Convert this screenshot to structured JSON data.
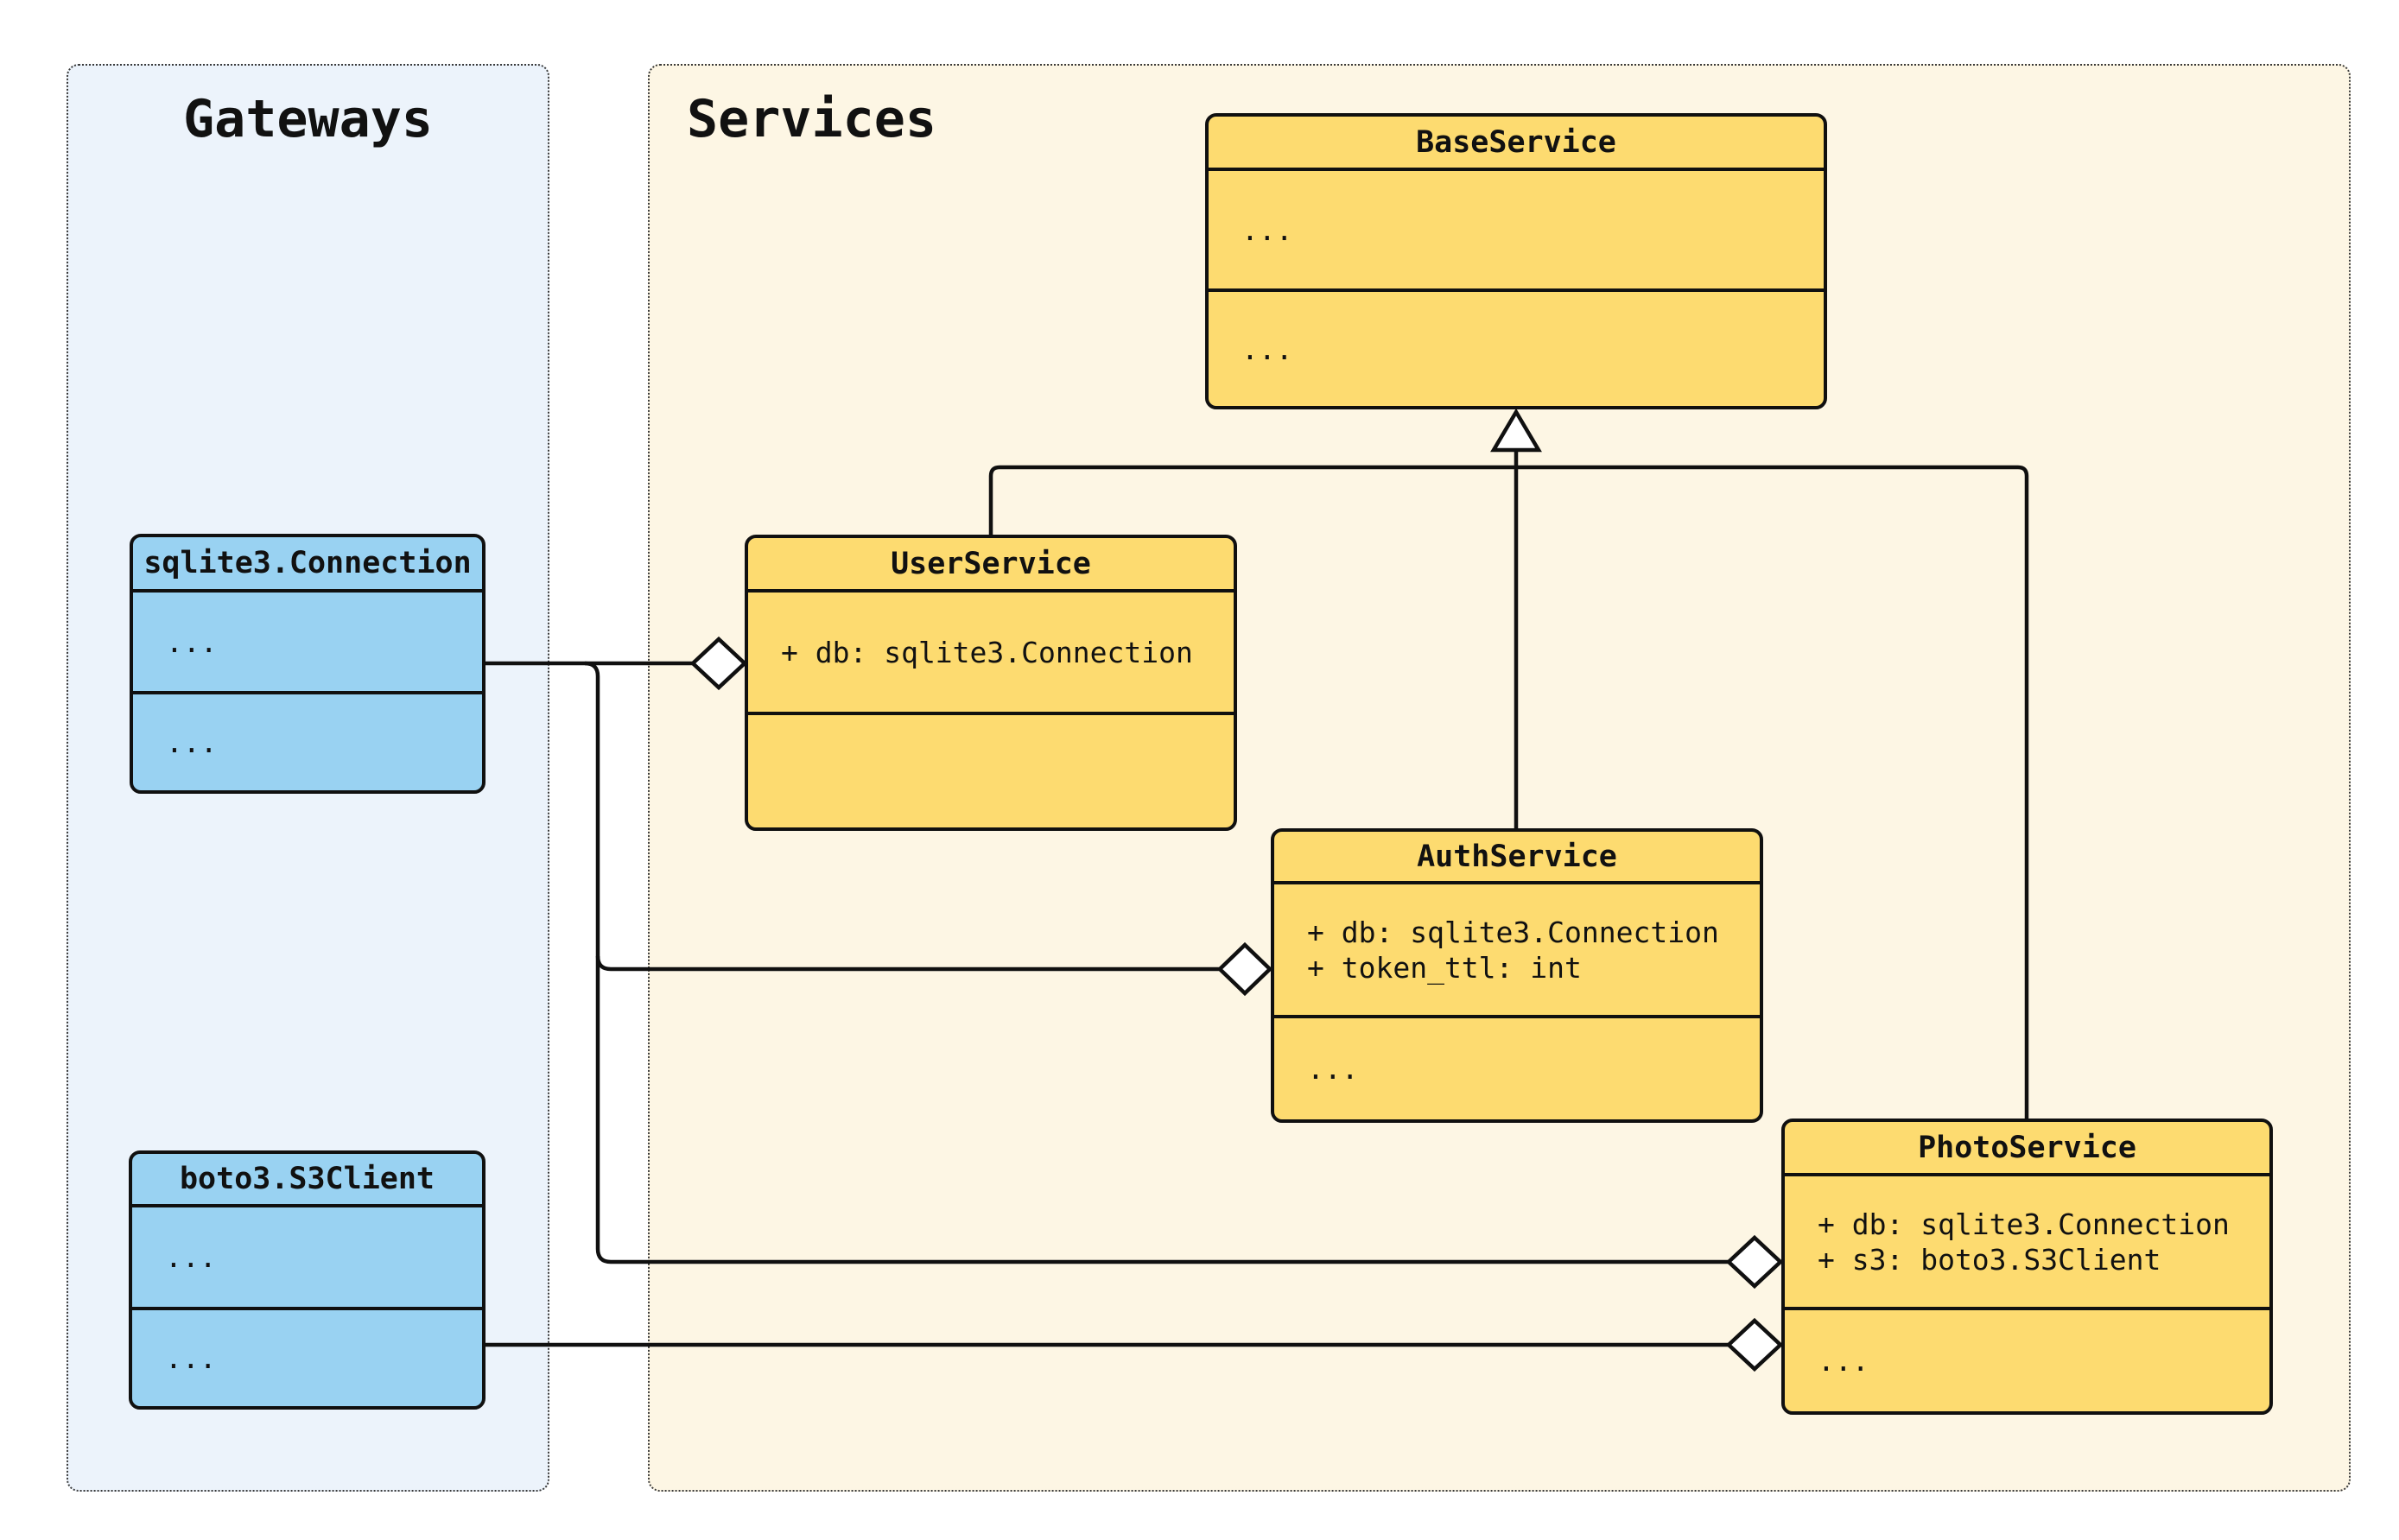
{
  "panels": {
    "gateways": {
      "title": "Gateways"
    },
    "services": {
      "title": "Services"
    }
  },
  "classes": {
    "base_service": {
      "name": "BaseService",
      "attributes": [
        "..."
      ],
      "methods": [
        "..."
      ]
    },
    "user_service": {
      "name": "UserService",
      "attributes": [
        "+ db: sqlite3.Connection"
      ],
      "methods": []
    },
    "auth_service": {
      "name": "AuthService",
      "attributes": [
        "+ db: sqlite3.Connection",
        "+ token_ttl: int"
      ],
      "methods": [
        "..."
      ]
    },
    "photo_service": {
      "name": "PhotoService",
      "attributes": [
        "+ db: sqlite3.Connection",
        "+ s3: boto3.S3Client"
      ],
      "methods": [
        "..."
      ]
    },
    "sqlite_connection": {
      "name": "sqlite3.Connection",
      "attributes": [
        "..."
      ],
      "methods": [
        "..."
      ]
    },
    "boto3_s3client": {
      "name": "boto3.S3Client",
      "attributes": [
        "..."
      ],
      "methods": [
        "..."
      ]
    }
  },
  "relationships": [
    {
      "from": "UserService",
      "to": "BaseService",
      "type": "inheritance"
    },
    {
      "from": "AuthService",
      "to": "BaseService",
      "type": "inheritance"
    },
    {
      "from": "PhotoService",
      "to": "BaseService",
      "type": "inheritance"
    },
    {
      "from": "sqlite3.Connection",
      "to": "UserService",
      "type": "aggregation"
    },
    {
      "from": "sqlite3.Connection",
      "to": "AuthService",
      "type": "aggregation"
    },
    {
      "from": "sqlite3.Connection",
      "to": "PhotoService",
      "type": "aggregation"
    },
    {
      "from": "boto3.S3Client",
      "to": "PhotoService",
      "type": "aggregation"
    }
  ],
  "colors": {
    "class_yellow": "#FDDB70",
    "class_blue": "#99D2F2",
    "panel_services_bg": "#FDF6E4",
    "panel_gateways_bg": "#ECF3FB",
    "line": "#101010",
    "page_bg": "#FFFFFF"
  }
}
